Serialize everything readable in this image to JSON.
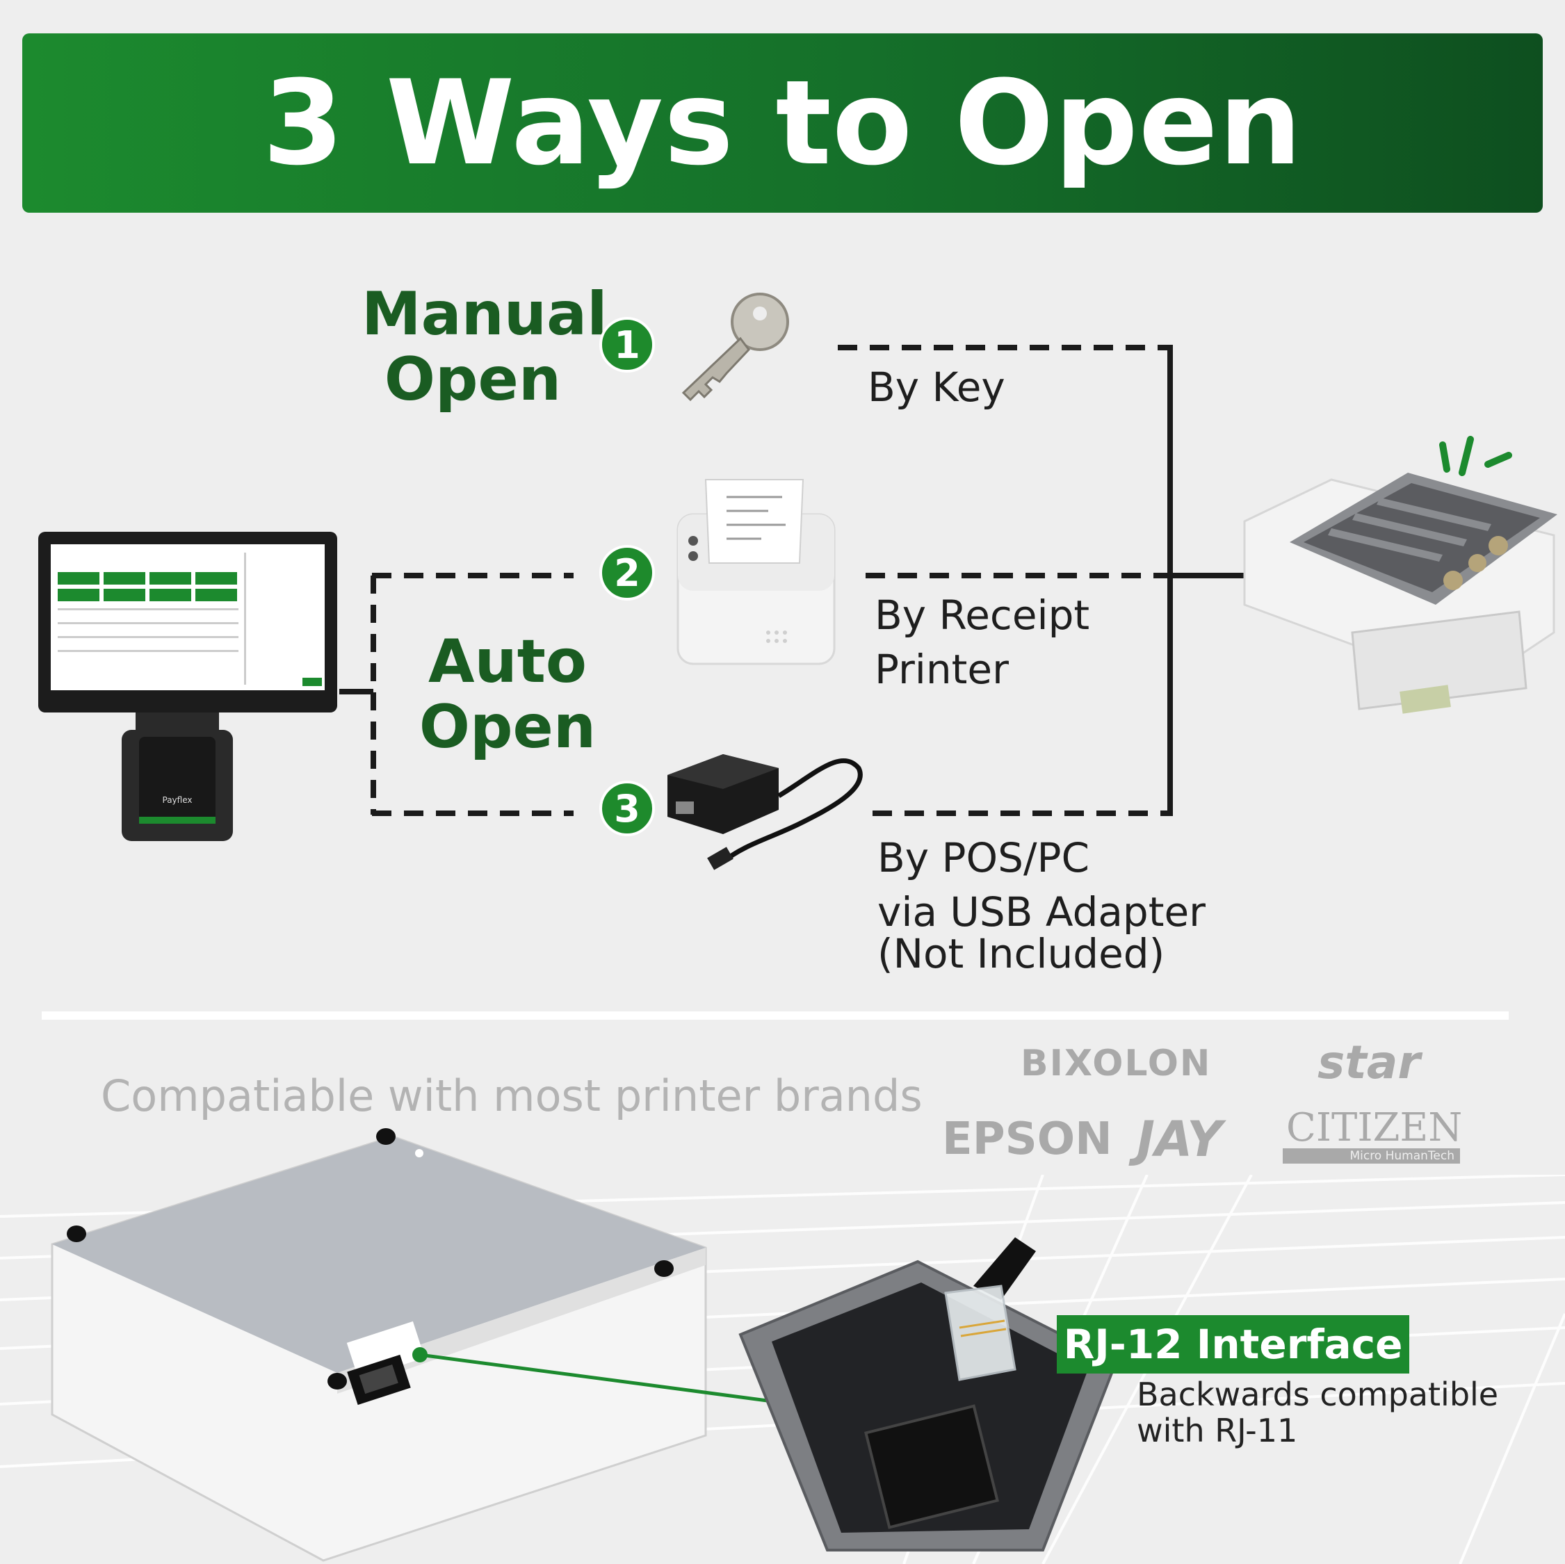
{
  "header": {
    "title": "3 Ways to Open"
  },
  "groups": {
    "manual": {
      "line1": "Manual",
      "line2": "Open"
    },
    "auto": {
      "line1": "Auto",
      "line2": "Open"
    }
  },
  "steps": [
    {
      "number": "1",
      "label_lines": [
        "By Key"
      ],
      "icon": "key-icon"
    },
    {
      "number": "2",
      "label_lines": [
        "By Receipt",
        "Printer"
      ],
      "icon": "receipt-printer-icon"
    },
    {
      "number": "3",
      "label_lines": [
        "By POS/PC",
        "via USB Adapter",
        "(Not Included)"
      ],
      "icon": "usb-adapter-icon"
    }
  ],
  "pos_terminal": {
    "brand": "Payflex"
  },
  "compatibility": {
    "text": "Compatiable with most printer brands",
    "brands": [
      "BIXOLON",
      "star",
      "EPSON",
      "JAY",
      "CITIZEN",
      "Micro HumanTech"
    ]
  },
  "interface": {
    "title": "RJ-12 Interface",
    "desc_line1": "Backwards compatible",
    "desc_line2": "with RJ-11"
  },
  "colors": {
    "brand_green": "#1c8a2e",
    "dark_green": "#1a5c22",
    "background": "#eeeeee"
  }
}
